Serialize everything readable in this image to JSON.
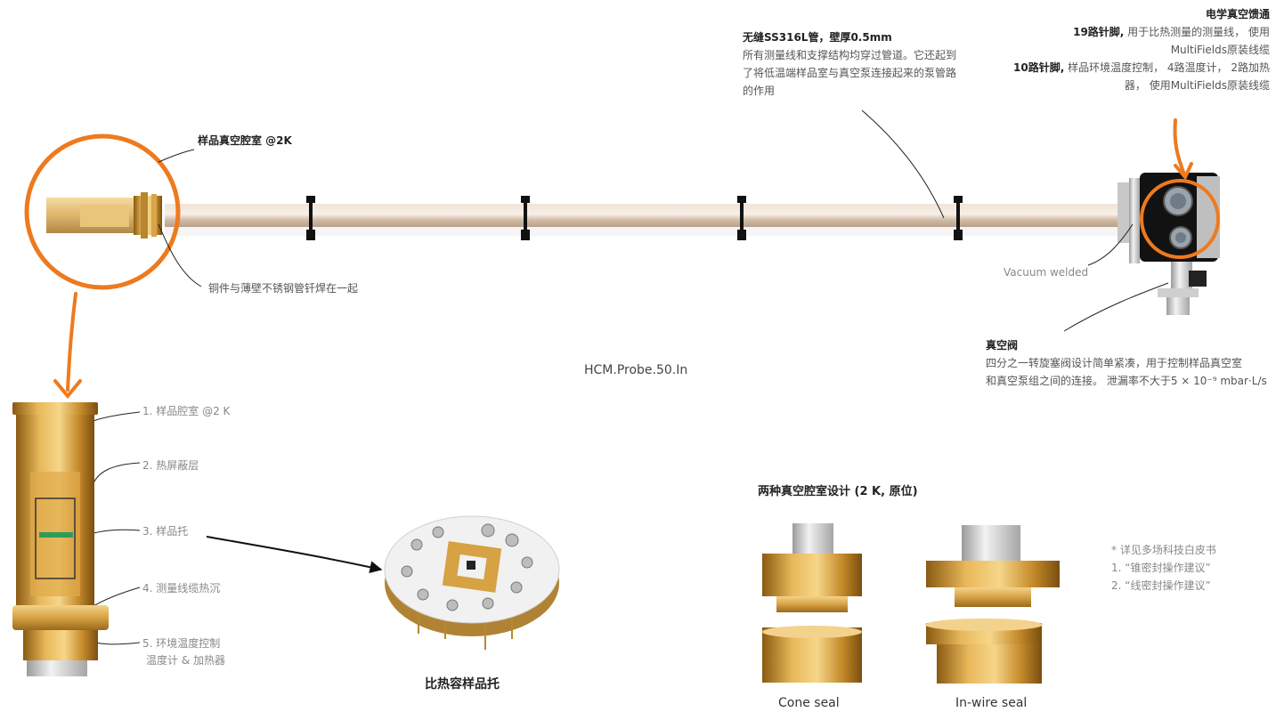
{
  "colors": {
    "accent": "#ee7a1e",
    "brass": "#c99a3a",
    "tube": "#d8c8b8",
    "dark": "#1a1a1a"
  },
  "feedthrough": {
    "title": "电学真空馈通",
    "line1_bold": "19路针脚,",
    "line1_rest": " 用于比热测量的测量线， 使用",
    "line2": "MultiFields原装线缆",
    "line3_bold": "10路针脚,",
    "line3_rest": " 样品环境温度控制， 4路温度计， 2路加热",
    "line4": "器， 使用MultiFields原装线缆"
  },
  "tube_note": {
    "title": "无缝SS316L管，壁厚0.5mm",
    "lines": [
      "所有测量线和支撑结构均穿过管道。它还起到",
      "了将低温端样品室与真空泵连接起来的泵管路",
      "的作用"
    ]
  },
  "sample_chamber_label": "样品真空腔室 @2K",
  "braze_label": "铜件与薄壁不锈钢管钎焊在一起",
  "vacuum_welded": "Vacuum welded",
  "valve": {
    "title": "真空阀",
    "line1": "四分之一转旋塞阀设计简单紧凑，用于控制样品真空室",
    "line2": "和真空泵组之间的连接。 泄漏率不大于5 × 10⁻⁹ mbar·L/s"
  },
  "model": "HCM.Probe.50.In",
  "parts": [
    "1. 样品腔室 @2 K",
    "2. 热屏蔽层",
    "3. 样品托",
    "4. 测量线缆热沉",
    "5. 环境温度控制",
    "温度计 & 加热器"
  ],
  "holder_caption": "比热容样品托",
  "seal_title": "两种真空腔室设计 (2 K, 原位)",
  "seal_cone": "Cone seal",
  "seal_inwire": "In-wire seal",
  "notes": [
    "* 详见多场科技白皮书",
    "1. “锥密封操作建议”",
    "2. “线密封操作建议”"
  ]
}
